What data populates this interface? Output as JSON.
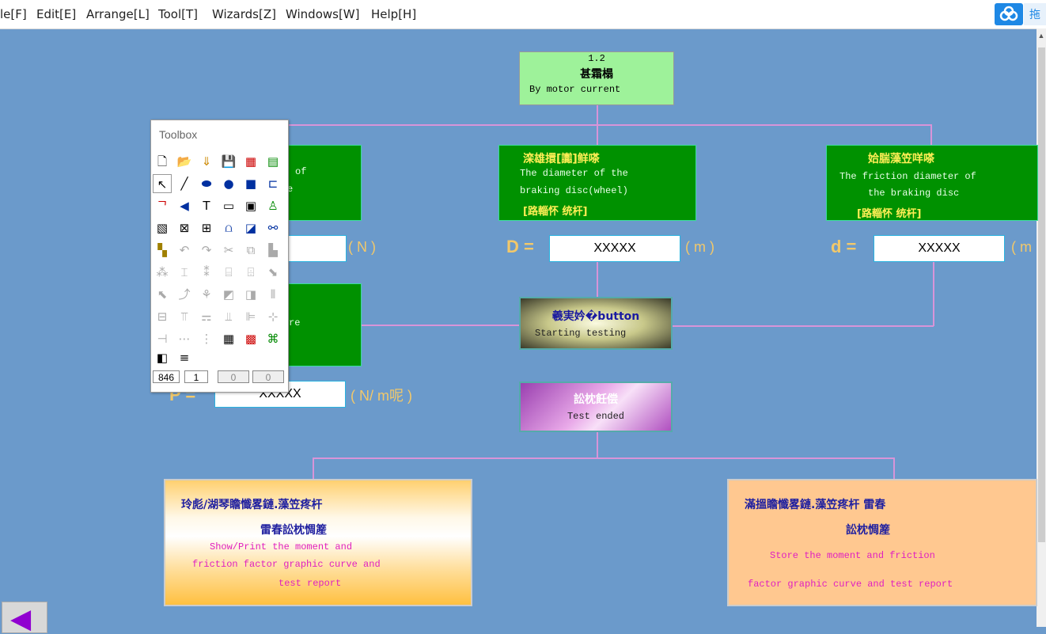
{
  "menu": [
    "le[F]",
    "Edit[E]",
    "Arrange[L]",
    "Tool[T]",
    "Wizards[Z]",
    "Windows[W]",
    "Help[H]"
  ],
  "side_tab_char": "拖",
  "top_node": {
    "number": "1.2",
    "title_cn": "甚霜榻",
    "subtitle": "By motor current"
  },
  "left_node": {
    "lines": [
      "of",
      "e"
    ]
  },
  "center_node": {
    "title_cn": "滦雄擐[讟]鲜嗏",
    "line1": "The diameter of the",
    "line2": "braking disc(wheel)",
    "note_cn": "[路輜怀  统杆]"
  },
  "right_node": {
    "title_cn": "姶腨藻笠咩嗏",
    "line1": "The friction diameter of",
    "line2": "the braking disc",
    "note_cn": "[路輜怀  统杆]"
  },
  "row1": {
    "left_unit": "( N )",
    "center_label": "D =",
    "center_value": "XXXXX",
    "center_unit": "( m )",
    "right_label": "d =",
    "right_value": "XXXXX",
    "right_unit": "( m"
  },
  "mid_left_node": {
    "text": "re"
  },
  "row2": {
    "label": "P =",
    "value": "XXXXX",
    "unit": "( N/  m呢 )"
  },
  "start_node": {
    "title_cn": "羲実妗�button",
    "subtitle": "Starting testing"
  },
  "end_node": {
    "title_cn": "訟枕飪偿",
    "subtitle": "Test ended"
  },
  "bottom_left": {
    "cn1": "玲彪/湖琴瞻懺畧鏈.藻笠疼杆",
    "cn2": "雷春訟枕惆簅",
    "en1": "Show/Print the moment and",
    "en2": "friction factor graphic curve and",
    "en3": "test report"
  },
  "bottom_right": {
    "cn1": "滿搵瞻懺畧鏈.藻笠疼杆   雷春",
    "cn2": "訟枕惆簅",
    "en1": "Store the moment and friction",
    "en2": "factor graphic curve and test report"
  },
  "toolbox": {
    "title": "Toolbox",
    "fields": [
      "846",
      "1",
      "0",
      "0"
    ]
  },
  "nav_arrow": "◀",
  "colors": {
    "background": "#6b9acb",
    "green_node": "#009100",
    "connector": "#d894d8",
    "toolbox_accent": "#1e88e5"
  }
}
